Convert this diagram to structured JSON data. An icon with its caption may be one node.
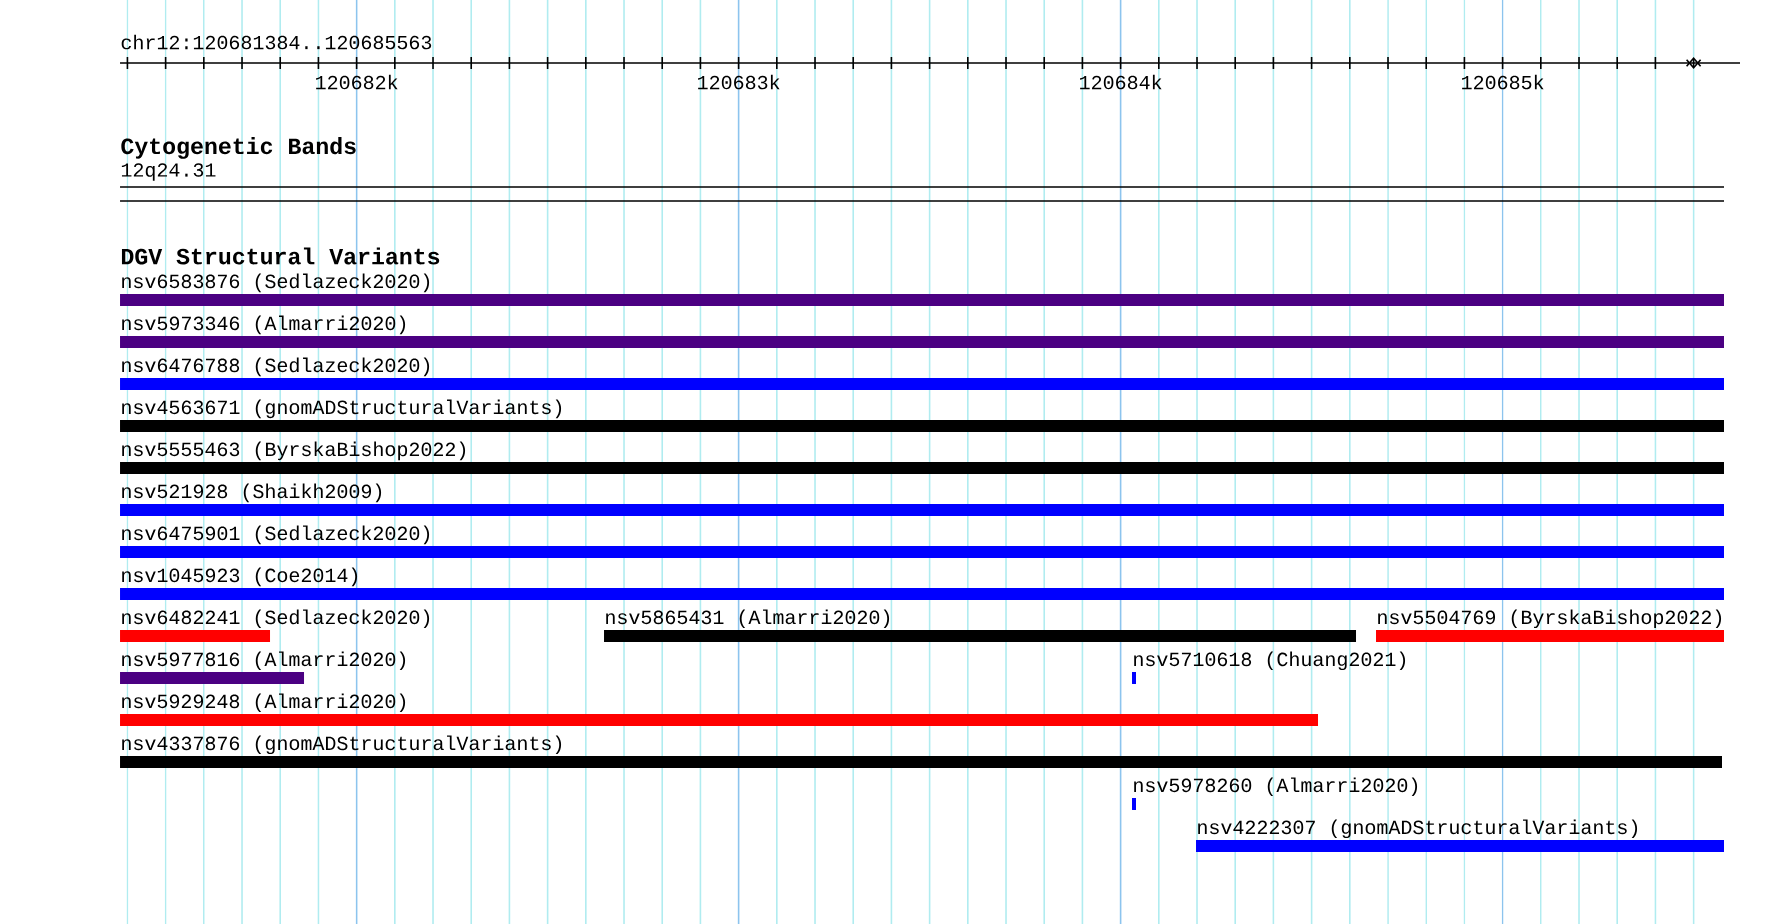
{
  "diagram": {
    "nodes": [
      {
        "text": [
          "nsv6583876 (Sedlazeck2020)"
        ]
      },
      {
        "text": [
          "nsv5973346 (Almarri2020)"
        ]
      },
      {
        "text": [
          "nsv6476788 (Sedlazeck2020)"
        ]
      },
      {
        "text": [
          "nsv4563671 (gnomADStructuralVariants)"
        ]
      },
      {
        "text": [
          "nsv5555463 (ByrskaBishop2022)"
        ]
      },
      {
        "text": [
          "nsv521928 (Shaikh2009)"
        ]
      },
      {
        "text": [
          "nsv6475901 (Sedlazeck2020)"
        ]
      },
      {
        "text": [
          "nsv1045923 (Coe2014)"
        ]
      },
      {
        "text": [
          "nsv6482241 (Sedlazeck2020)"
        ]
      },
      {
        "text": [
          "nsv5865431 (Almarri2020)"
        ]
      },
      {
        "text": [
          "nsv5504769 (ByrskaBishop2022)"
        ]
      },
      {
        "text": [
          "nsv5977816 (Almarri2020)"
        ]
      },
      {
        "text": [
          "nsv5710618 (Chuang2021)"
        ]
      },
      {
        "text": [
          "nsv5929248 (Almarri2020)"
        ]
      },
      {
        "text": [
          "nsv4337876 (gnomADStructuralVariants)"
        ]
      },
      {
        "text": [
          "nsv5978260 (Almarri2020)"
        ]
      },
      {
        "text": [
          "nsv4222307 (gnomADStructuralVariants)"
        ]
      }
    ],
    "labels": [
      "chr12:120681384..120685563",
      "120682k",
      "120683k",
      "120684k",
      "120685k",
      "Cytogenetic Bands",
      "12q24.31",
      "DGV Structural Variants"
    ]
  }
}
